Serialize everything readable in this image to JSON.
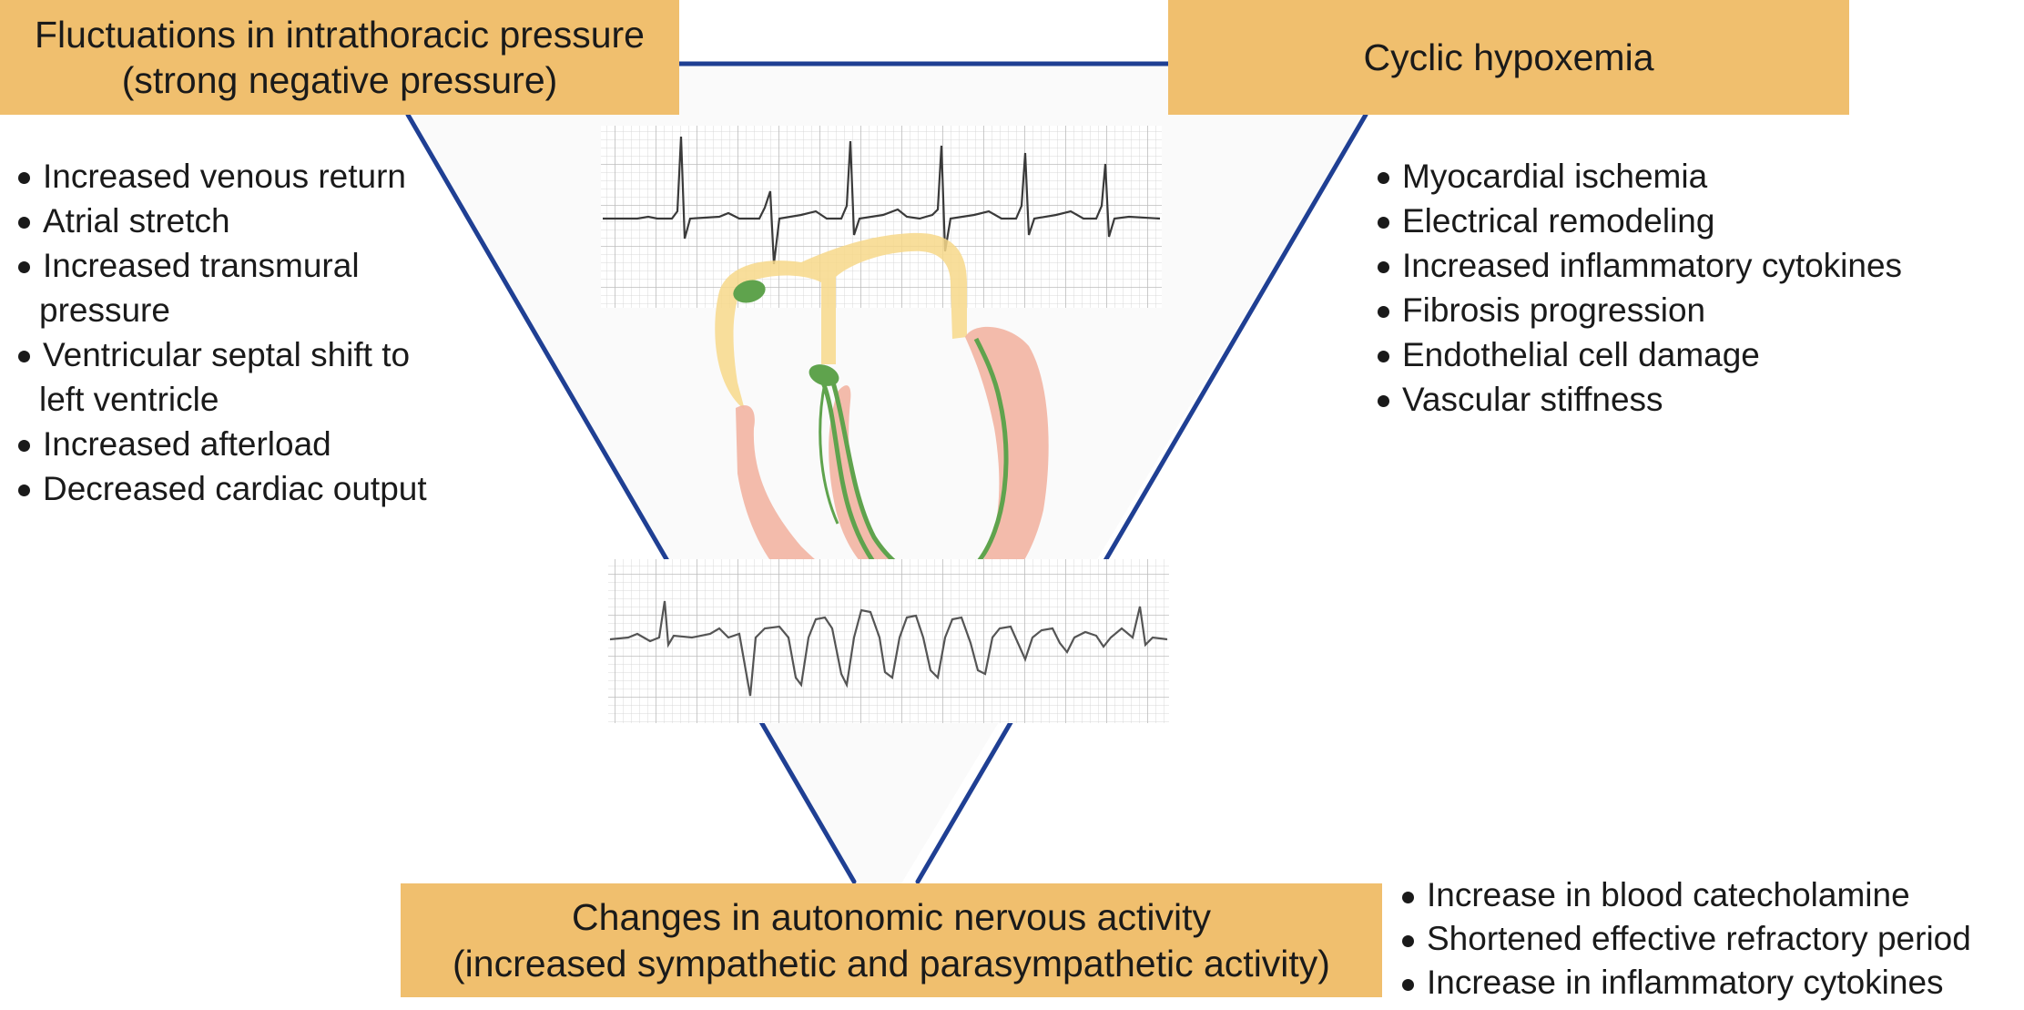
{
  "colors": {
    "triangle_line": "#1f3f93",
    "box_fill": "#f0bf6e",
    "heart_muscle": "#f2b4a2",
    "conduction_path": "#5fa34d",
    "atria": "#f7d88a",
    "ecg_grid": "#c9c9c9",
    "ecg_trace": "#444444"
  },
  "top_left": {
    "title_line1": "Fluctuations in intrathoracic pressure",
    "title_line2": "(strong negative pressure)",
    "items": [
      "Increased venous return",
      "Atrial stretch",
      "Increased transmural",
      "pressure",
      "Ventricular septal shift to",
      "left ventricle",
      "Increased afterload",
      "Decreased cardiac output"
    ]
  },
  "top_right": {
    "title": "Cyclic hypoxemia",
    "items": [
      "Myocardial ischemia",
      "Electrical remodeling",
      "Increased inflammatory cytokines",
      "Fibrosis progression",
      "Endothelial cell damage",
      "Vascular stiffness"
    ]
  },
  "bottom": {
    "title_line1": "Changes in autonomic nervous activity",
    "title_line2": "(increased sympathetic and parasympathetic activity)",
    "items": [
      "Increase in blood catecholamine",
      "Shortened effective refractory period",
      "Increase in inflammatory cytokines"
    ]
  },
  "center_images": [
    "ecg-strip-sinus-rhythm",
    "heart-conduction-illustration",
    "ecg-strip-atrial-fibrillation"
  ]
}
